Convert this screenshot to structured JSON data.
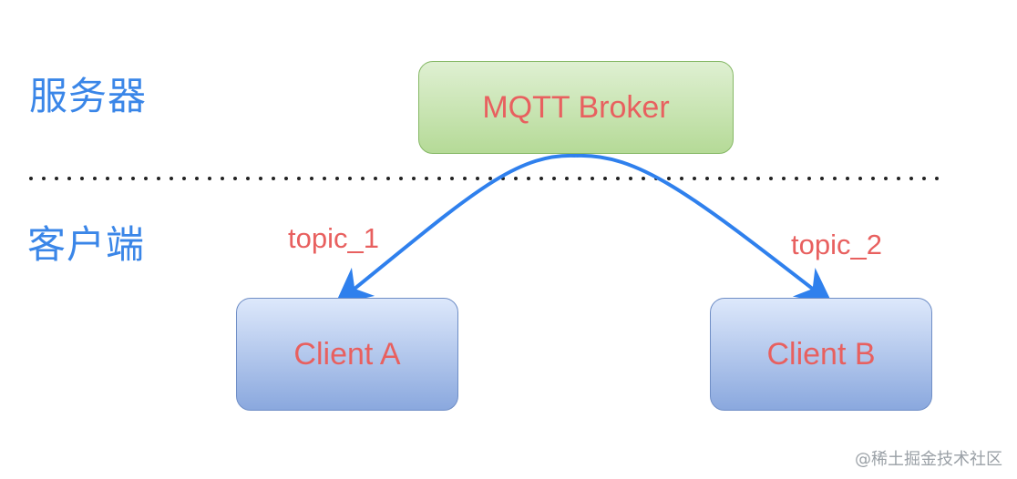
{
  "tiers": {
    "server": "服务器",
    "client": "客户端"
  },
  "nodes": {
    "broker": "MQTT Broker",
    "client_a": "Client A",
    "client_b": "Client B"
  },
  "topics": {
    "left": "topic_1",
    "right": "topic_2"
  },
  "watermark": "@稀土掘金技术社区",
  "colors": {
    "tier_label": "#3a86e8",
    "node_text": "#e8605f",
    "arrow": "#2f80ed",
    "broker_fill": "#b5da97",
    "client_fill": "#8aa8de"
  }
}
